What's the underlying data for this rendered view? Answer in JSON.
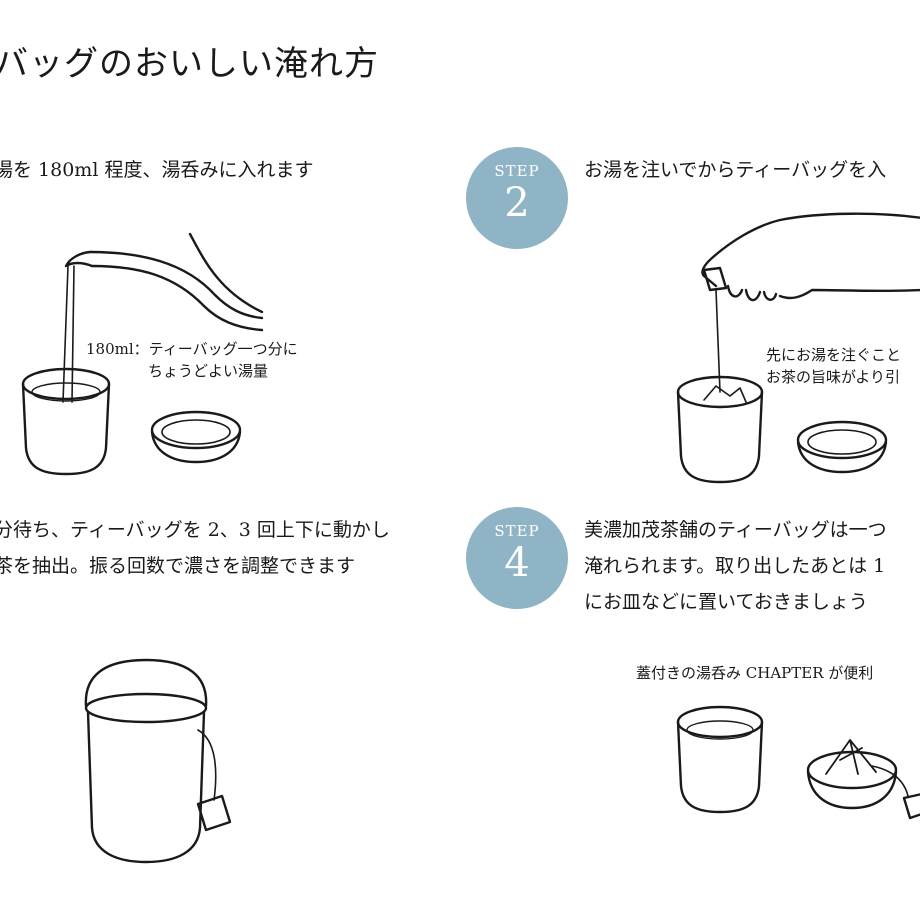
{
  "title": "バッグのおいしい淹れ方",
  "steps": [
    {
      "caption_lines": [
        "湯を 180ml 程度、湯呑みに入れます"
      ],
      "note_lines": [
        "180ml：ティーバッグ一つ分に",
        "ちょうどよい湯量"
      ]
    },
    {
      "badge_word": "STEP",
      "badge_number": "2",
      "caption_lines": [
        "お湯を注いでからティーバッグを入"
      ],
      "note_lines": [
        "先にお湯を注ぐこと",
        "お茶の旨味がより引"
      ]
    },
    {
      "caption_lines": [
        "分待ち、ティーバッグを 2、3 回上下に動かし",
        "茶を抽出。振る回数で濃さを調整できます"
      ]
    },
    {
      "badge_word": "STEP",
      "badge_number": "4",
      "caption_lines": [
        "美濃加茂茶舗のティーバッグは一つ",
        "淹れられます。取り出したあとは 1",
        "にお皿などに置いておきましょう"
      ],
      "note_lines": [
        "蓋付きの湯呑み CHAPTER が便利"
      ]
    }
  ],
  "colors": {
    "badge": "#8fb4c6",
    "ink": "#1a1a1a",
    "background": "#ffffff"
  }
}
